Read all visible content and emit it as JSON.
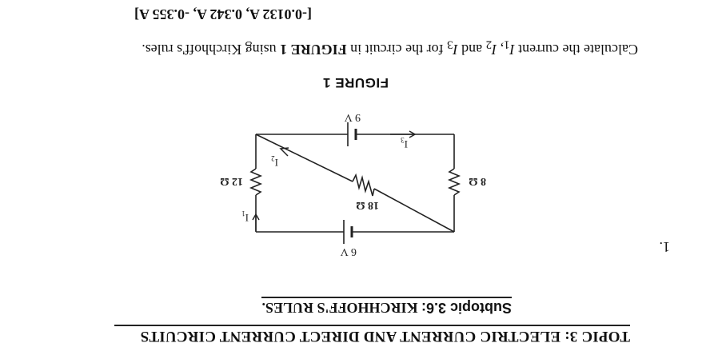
{
  "document": {
    "orientation": "rotated 180 degrees",
    "topic_title": "TOPIC 3: ELECTRIC CURRENT AND DIRECT CURRENT CIRCUITS",
    "subtopic_prefix": "Subtopic 3.6:",
    "subtopic_name": " KIRCHHOFF'S RULES.",
    "question_number": "1.",
    "figure_label": "FIGURE 1",
    "question": {
      "prefix": "Calculate the current ",
      "i1": "I",
      "i1_sub": "1",
      "sep1": ", ",
      "i2": "I",
      "i2_sub": "2",
      "mid": " and ",
      "i3": "I",
      "i3_sub": "3",
      "middle": " for the circuit in ",
      "figure_ref": "FIGURE 1",
      "suffix": " using Kirchhoff's rules."
    },
    "answer": "[-0.0132 A, 0.342 A, -0.355 A]"
  },
  "circuit": {
    "batteries": [
      {
        "label": "6 V",
        "position": "top"
      },
      {
        "label": "9 V",
        "position": "bottom"
      }
    ],
    "resistors": [
      {
        "label": "12 Ω",
        "position": "left"
      },
      {
        "label": "18 Ω",
        "position": "diagonal"
      },
      {
        "label": "8 Ω",
        "position": "right"
      }
    ],
    "currents": [
      {
        "label": "I",
        "sub": "1",
        "direction": "down on left branch"
      },
      {
        "label": "I",
        "sub": "2",
        "direction": "along diagonal toward bottom-right"
      },
      {
        "label": "I",
        "sub": "3",
        "direction": "leftward on bottom branch"
      }
    ]
  }
}
